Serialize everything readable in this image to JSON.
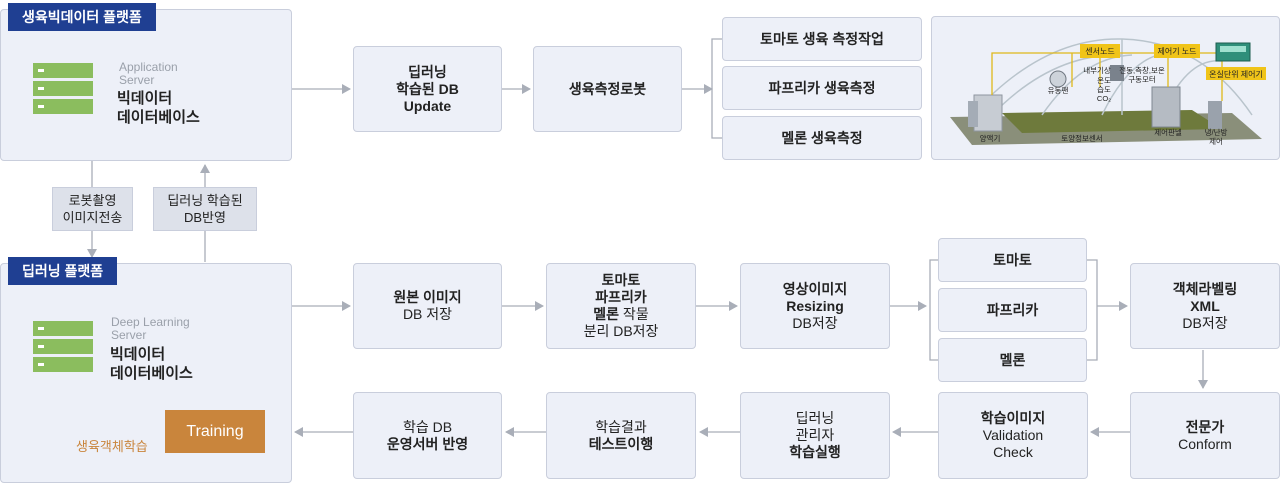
{
  "platforms": {
    "top": {
      "tag": "생육빅데이터 플랫폼",
      "sub": [
        "Application",
        "Server"
      ],
      "db": [
        "빅데이터",
        "데이터베이스"
      ]
    },
    "bottom": {
      "tag": "딥러닝 플랫폼",
      "sub": [
        "Deep Learning",
        "Server"
      ],
      "db": [
        "빅데이터",
        "데이터베이스"
      ],
      "training": "Training",
      "learning_label": "생육객체학습"
    }
  },
  "mid_labels": {
    "left": [
      "로봇촬영",
      "이미지전송"
    ],
    "right": [
      "딥러닝 학습된",
      "DB반영"
    ]
  },
  "top_row": {
    "db_update": [
      "딥러닝",
      "학습된 DB",
      "Update"
    ],
    "robot": "생육측정로봇",
    "tasks": [
      "토마토 생육 측정작업",
      "파프리카 생육측정",
      "멜론 생육측정"
    ]
  },
  "greenhouse": {
    "labels": [
      "센서노드",
      "제어기 노드",
      "내부기상",
      "온도",
      "습도",
      "CO₂",
      "전동,측창,보온",
      "구동모터",
      "온실단위 제어기",
      "유동팬",
      "양액기",
      "토양정보센서",
      "제어판넬",
      "냉/난방",
      "제어"
    ],
    "colors": {
      "frame": "#b9c4cc",
      "bed": "#6e7a3c",
      "sensor": "#f0c419",
      "line": "#e0b81a"
    }
  },
  "pipeline_row1": {
    "original": {
      "bold": "원본 이미지",
      "normal": "DB 저장"
    },
    "split": {
      "bold": [
        "토마토",
        "파프리카"
      ],
      "mixed_bold": "멜론",
      "mixed_normal": " 작물",
      "normal": "분리 DB저장"
    },
    "resize": {
      "bold": [
        "영상이미지",
        "Resizing"
      ],
      "normal": "DB저장"
    },
    "crops": [
      "토마토",
      "파프리카",
      "멜론"
    ],
    "labeling": {
      "bold": [
        "객체라벨링",
        "XML"
      ],
      "normal": "DB저장"
    }
  },
  "pipeline_row2": {
    "conform": {
      "bold": "전문가",
      "normal": "Conform"
    },
    "validation": {
      "bold": "학습이미지",
      "normal": [
        "Validation",
        "Check"
      ]
    },
    "training_run": {
      "normal": [
        "딥러닝",
        "관리자"
      ],
      "bold": "학습실행"
    },
    "test": {
      "normal": "학습결과",
      "bold": "테스트이행"
    },
    "deploy": {
      "normal": "학습 DB",
      "bold": "운영서버 반영"
    }
  },
  "colors": {
    "tag": "#1f3f92",
    "box_bg": "#edf0f8",
    "box_border": "#c9cedc",
    "db_icon": "#8bbd5e",
    "training": "#c9853c",
    "arrow": "#a9aeb8",
    "dark_arrow": "#545d68"
  }
}
